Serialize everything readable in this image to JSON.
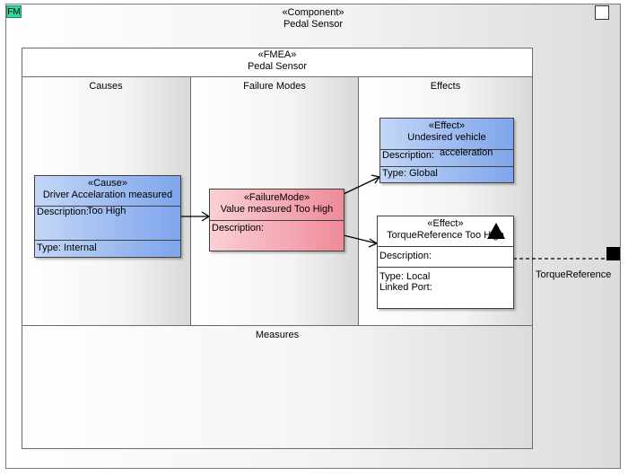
{
  "component": {
    "badge": "FM",
    "stereotype": "«Component»",
    "name": "Pedal Sensor"
  },
  "fmea": {
    "stereotype": "«FMEA»",
    "name": "Pedal Sensor",
    "columns": {
      "causes": "Causes",
      "failure_modes": "Failure Modes",
      "effects": "Effects"
    },
    "measures": "Measures"
  },
  "cause": {
    "stereotype": "«Cause»",
    "name_line1": "Driver Accelaration measured",
    "name_line2": "Too High",
    "description": "Description:",
    "type": "Type: Internal"
  },
  "failure_mode": {
    "stereotype": "«FailureMode»",
    "name": "Value measured Too High",
    "description": "Description:"
  },
  "effect1": {
    "stereotype": "«Effect»",
    "name_line1": "Undesired vehicle",
    "name_line2": "acceleration",
    "description": "Description:",
    "type": "Type: Global"
  },
  "effect2": {
    "stereotype": "«Effect»",
    "name_line1": "TorqueReference Too High",
    "description": "Description:",
    "type": "Type: Local",
    "linked_port": "Linked Port:"
  },
  "port": {
    "label": "TorqueReference"
  },
  "colors": {
    "cause_fill": "#7ea5eb",
    "failure_fill": "#ef8a99",
    "badge": "#2fd6a0"
  }
}
